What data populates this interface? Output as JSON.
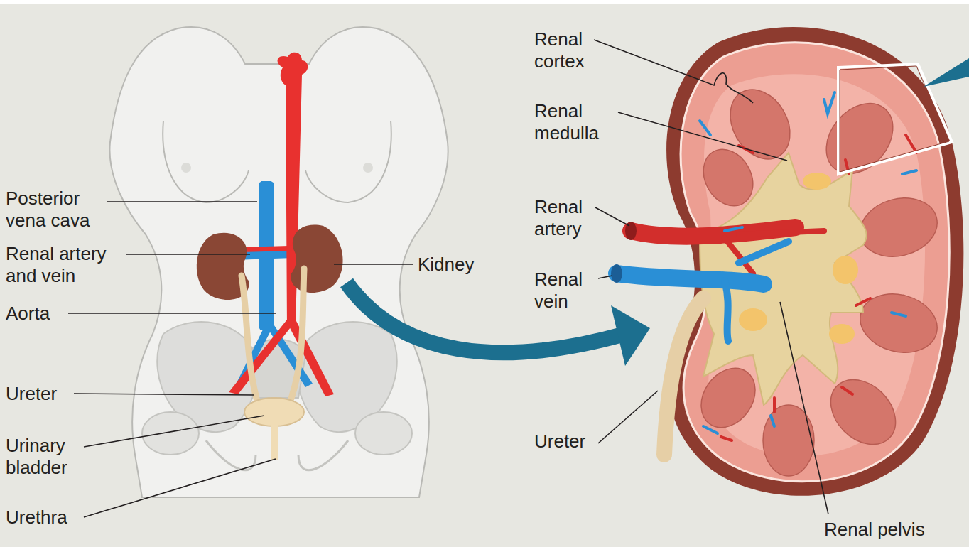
{
  "diagram": {
    "labels": [
      "Posterior vena cava",
      "Renal artery and vein",
      "Aorta",
      "Ureter",
      "Urinary bladder",
      "Urethra",
      "Kidney",
      "Renal cortex",
      "Renal medulla",
      "Renal artery",
      "Renal vein",
      "Ureter",
      "Renal pelvis"
    ]
  }
}
